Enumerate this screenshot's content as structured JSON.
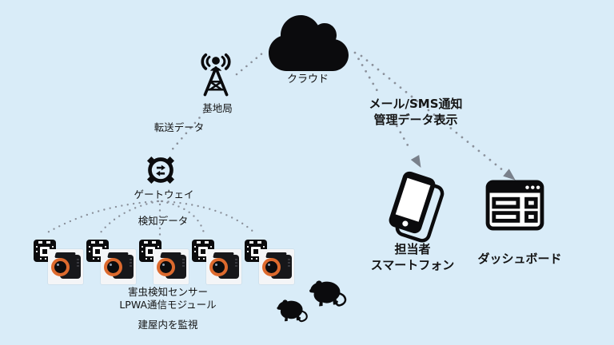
{
  "colors": {
    "background": "#d9ecf8",
    "ink": "#0b0b0d",
    "dot": "#8b919b",
    "arrow": "#79808b",
    "camera-ring": "#dd6a2e",
    "camera-body": "#17171a",
    "photo": "#f4f5f7"
  },
  "nodes": {
    "cloud": {
      "label": "クラウド",
      "icon": "cloud-icon"
    },
    "base_station": {
      "label": "基地局",
      "icon": "antenna-tower-icon"
    },
    "gateway": {
      "label": "ゲートウェイ",
      "icon": "gateway-icon"
    },
    "sensor_group": {
      "count": 5,
      "label_line1": "害虫検知センサー",
      "label_line2": "LPWA通信モジュール",
      "icon": "camera-sensor-image"
    },
    "smartphone": {
      "label_line1": "担当者",
      "label_line2": "スマートフォン",
      "icon": "smartphone-icon"
    },
    "dashboard": {
      "label": "ダッシュボード",
      "icon": "dashboard-window-icon"
    }
  },
  "edges": {
    "transfer": {
      "label": "転送データ"
    },
    "detection": {
      "label": "検知データ"
    },
    "notification": {
      "label_line1": "メール/SMS通知",
      "label_line2": "管理データ表示"
    }
  },
  "captions": {
    "monitoring": "建屋内を監視"
  },
  "scene": {
    "mice_count": 2
  }
}
